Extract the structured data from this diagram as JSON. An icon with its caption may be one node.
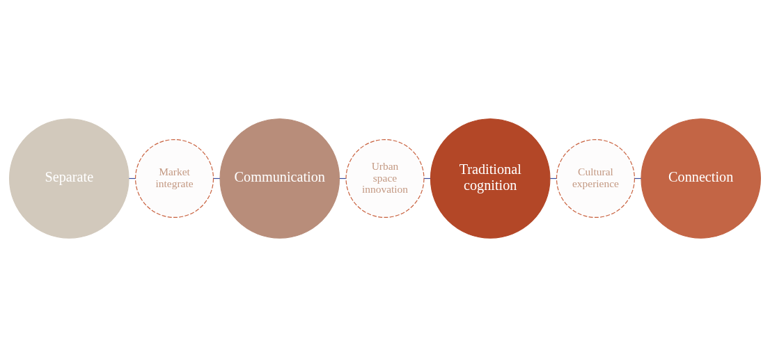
{
  "diagram": {
    "nodes": [
      {
        "text": [
          "Separate"
        ]
      },
      {
        "text": [
          "Market integrate"
        ]
      },
      {
        "text": [
          "Communication"
        ]
      },
      {
        "text": [
          "Urban space innovation"
        ]
      },
      {
        "text": [
          "Traditional cognition"
        ]
      },
      {
        "text": [
          "Cultural experience"
        ]
      },
      {
        "text": [
          "Connection"
        ]
      }
    ],
    "edges": [
      {
        "from": 0,
        "to": 1,
        "arrow": "none"
      },
      {
        "from": 1,
        "to": 2,
        "arrow": "none"
      },
      {
        "from": 2,
        "to": 3,
        "arrow": "none"
      },
      {
        "from": 3,
        "to": 4,
        "arrow": "none"
      },
      {
        "from": 4,
        "to": 5,
        "arrow": "none"
      },
      {
        "from": 5,
        "to": 6,
        "arrow": "none"
      }
    ]
  }
}
